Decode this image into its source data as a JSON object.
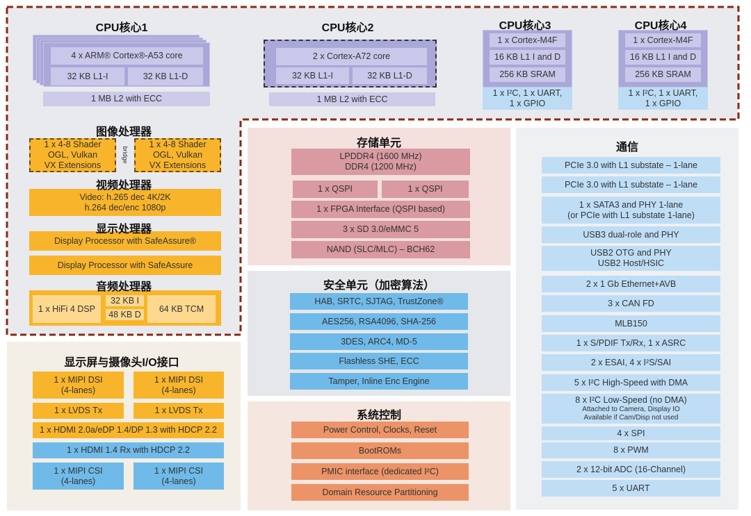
{
  "cpu1": {
    "title": "CPU核心1",
    "core": "4 x ARM® Cortex®-A53 core",
    "l1i": "32 KB L1-I",
    "l1d": "32 KB L1-D",
    "l2": "1 MB L2 with ECC"
  },
  "cpu2": {
    "title": "CPU核心2",
    "core": "2 x Cortex-A72 core",
    "l1i": "32 KB L1-I",
    "l1d": "32 KB L1-D",
    "l2": "1 MB L2 with ECC"
  },
  "cpu3": {
    "title": "CPU核心3",
    "core": "1 x Cortex-M4F",
    "cache": "16 KB L1 I and D",
    "sram": "256 KB SRAM",
    "io": "1 x I²C, 1 x UART,\n1 x GPIO"
  },
  "cpu4": {
    "title": "CPU核心4",
    "core": "1 x Cortex-M4F",
    "cache": "16 KB L1 I and D",
    "sram": "256 KB SRAM",
    "io": "1 x I²C, 1 x UART,\n1 x GPIO"
  },
  "gpu": {
    "title": "图像处理器",
    "shader1": "1 x 4-8 Shader\nOGL, Vulkan\nVX Extensions",
    "bridge": "bridge",
    "shader2": "1 x 4-8 Shader\nOGL, Vulkan\nVX Extensions"
  },
  "vpu": {
    "title": "视频处理器",
    "video": "Video: h.265 dec 4K/2K\nh.264 dec/enc 1080p"
  },
  "dpu": {
    "title": "显示处理器",
    "dp1": "Display Processor with SafeAssure®",
    "dp2": "Display Processor with SafeAssure"
  },
  "audio": {
    "title": "音频处理器",
    "dsp": "1 x  HiFi 4 DSP",
    "icache": "32 KB I",
    "dcache": "48 KB D",
    "tcm": "64 KB TCM"
  },
  "io": {
    "title": "显示屏与摄像头I/O接口",
    "dsi1": "1 x MIPI DSI\n(4-lanes)",
    "dsi2": "1 x MIPI DSI\n(4-lanes)",
    "lvds1": "1 x LVDS Tx",
    "lvds2": "1 x LVDS Tx",
    "hdmi_tx": "1 x HDMI 2.0a/eDP 1.4/DP 1.3 with HDCP 2.2",
    "hdmi_rx": "1 x HDMI 1.4 Rx with HDCP 2.2",
    "csi1": "1 x MIPI CSI\n(4-lanes)",
    "csi2": "1 x MIPI CSI\n(4-lanes)"
  },
  "storage": {
    "title": "存储单元",
    "ddr": "LPDDR4 (1600 MHz)\nDDR4 (1200 MHz)",
    "qspi1": "1 x QSPI",
    "qspi2": "1 x QSPI",
    "fpga": "1 x FPGA Interface (QSPI based)",
    "sd": "3 x SD 3.0/eMMC 5",
    "nand": "NAND (SLC/MLC) – BCH62"
  },
  "security": {
    "title": "安全单元（加密算法）",
    "items": [
      "HAB, SRTC, SJTAG, TrustZone®",
      "AES256, RSA4096, SHA-256",
      "3DES, ARC4, MD-5",
      "Flashless SHE, ECC",
      "Tamper, Inline Enc Engine"
    ]
  },
  "system": {
    "title": "系统控制",
    "items": [
      "Power Control, Clocks, Reset",
      "BootROMs",
      "PMIC interface (dedicated I²C)",
      "Domain Resource Partitioning"
    ]
  },
  "comm": {
    "title": "通信",
    "items": [
      "PCIe  3.0 with L1 substate – 1-lane",
      "PCIe  3.0 with L1 substate – 1-lane",
      "1 x SATA3 and PHY 1-lane\n(or PCIe with L1 substate 1-lane)",
      "USB3 dual-role and PHY",
      "USB2 OTG and PHY\nUSB2 Host/HSIC",
      "2 x 1 Gb Ethernet+AVB",
      "3 x CAN FD",
      "MLB150",
      "1 x S/PDIF Tx/Rx, 1 x ASRC",
      "2 x ESAI, 4 x I²S/SAI",
      "5 x I²C High-Speed with DMA",
      "8 x I²C Low-Speed (no DMA)",
      "4 x SPI",
      "8 x PWM",
      "2 x 12-bit ADC (16-Channel)",
      "5 x UART"
    ],
    "i2c_note": "Attached to Camera, Display IO\nAvailable if Cam/Disp not used"
  },
  "colors": {
    "border": "#8a2a14",
    "purple": "#a9a8d8",
    "orange": "#f8b52b",
    "pink": "#d99aa1",
    "blue": "#6fbae9",
    "salmon": "#ec9467",
    "comm": "#bfdef6"
  }
}
